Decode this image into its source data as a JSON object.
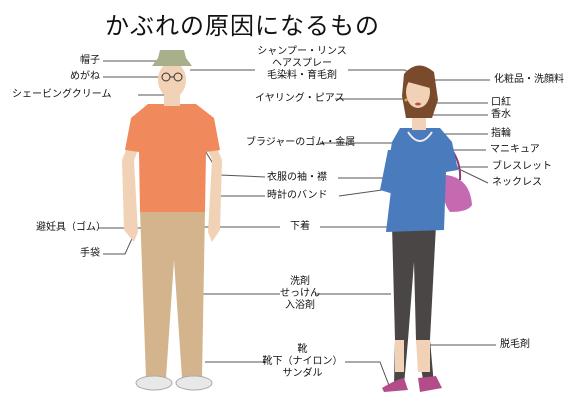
{
  "title": "かぶれの原因になるもの",
  "colors": {
    "man_shirt": "#f08a5d",
    "man_pants": "#d4b48c",
    "woman_top": "#4a7bbd",
    "woman_pants": "#4a4646",
    "bag": "#c56ab0",
    "shoes": "#b44c8a",
    "skin": "#f2d2b6",
    "hair": "#7a4a2c",
    "hat": "#a7b08a",
    "lines": "#555555"
  },
  "labels": {
    "left": [
      "帽子",
      "めがね",
      "シェービングクリーム",
      "避妊具（ゴム）",
      "手袋"
    ],
    "center": {
      "hair_products": [
        "シャンプー・リンス",
        "ヘアスプレー",
        "毛染料・育毛剤"
      ],
      "earrings": "イヤリング・ピアス",
      "bra": "ブラジャーのゴム・金属",
      "sleeves": "衣服の袖・襟",
      "watch": "時計のバンド",
      "underwear": "下着",
      "detergent": [
        "洗剤",
        "せっけん",
        "入浴剤"
      ],
      "footwear": [
        "靴",
        "靴下（ナイロン）",
        "サンダル"
      ]
    },
    "right": [
      "化粧品・洗顔料",
      "口紅",
      "香水",
      "指輪",
      "マニキュア",
      "ブレスレット",
      "ネックレス",
      "脱毛剤"
    ]
  }
}
